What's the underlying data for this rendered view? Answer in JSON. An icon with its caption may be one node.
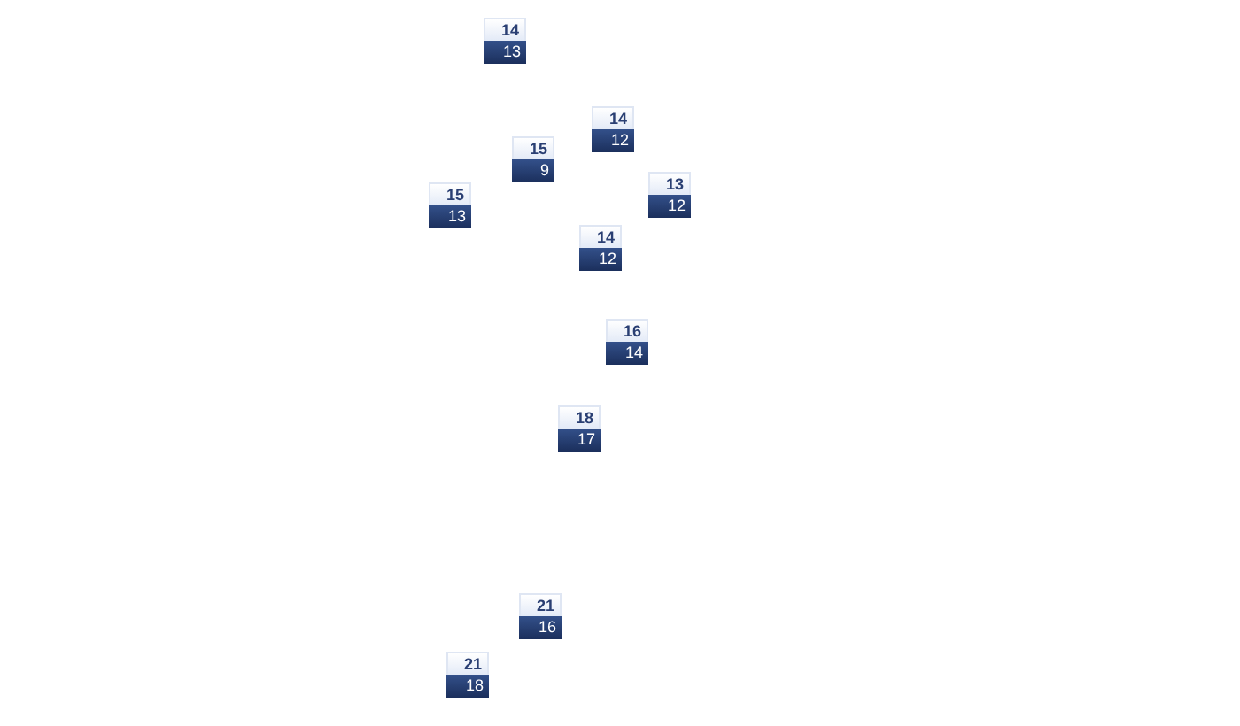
{
  "diagram": {
    "nodes": [
      {
        "text": [
          "14",
          "13"
        ]
      },
      {
        "text": [
          "14",
          "12"
        ]
      },
      {
        "text": [
          "15",
          "9"
        ]
      },
      {
        "text": [
          "13",
          "12"
        ]
      },
      {
        "text": [
          "15",
          "13"
        ]
      },
      {
        "text": [
          "14",
          "12"
        ]
      },
      {
        "text": [
          "16",
          "14"
        ]
      },
      {
        "text": [
          "18",
          "17"
        ]
      },
      {
        "text": [
          "21",
          "16"
        ]
      },
      {
        "text": [
          "21",
          "18"
        ]
      }
    ]
  }
}
